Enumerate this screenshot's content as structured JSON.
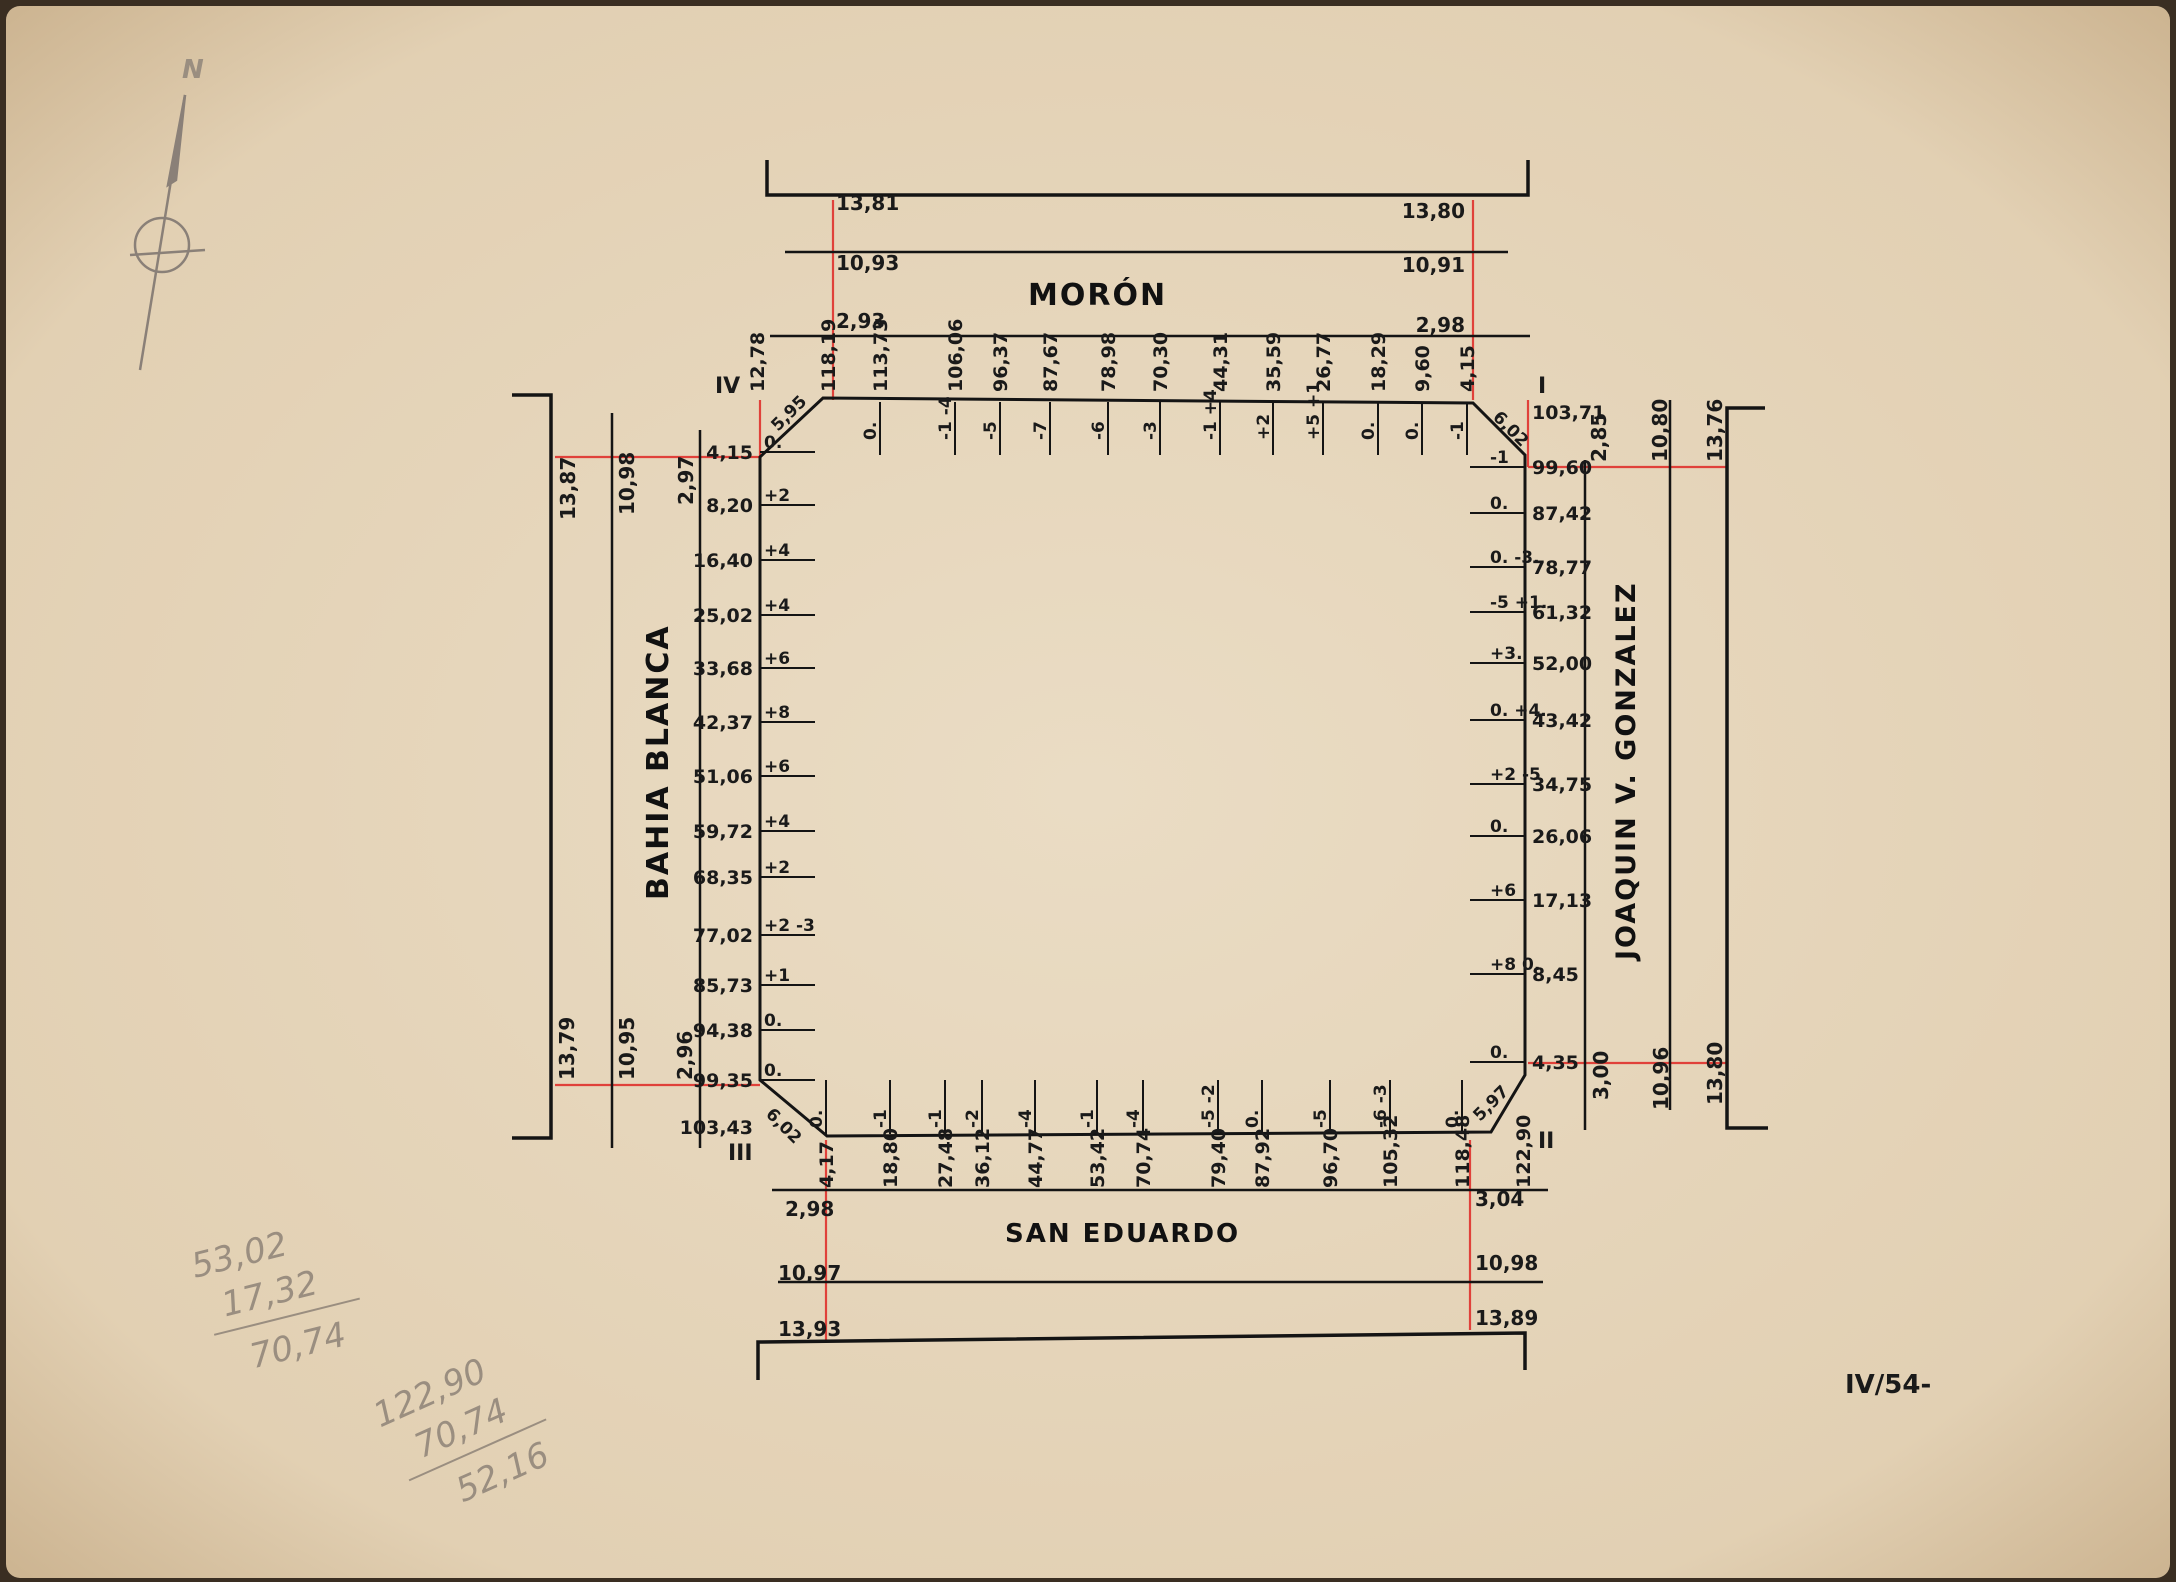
{
  "compass": {
    "north_label": "N"
  },
  "streets": {
    "top": "MORÓN",
    "bottom": "SAN EDUARDO",
    "left": "BAHIA BLANCA",
    "right": "JOAQUIN V. GONZALEZ"
  },
  "corners": {
    "ne": "I",
    "se": "II",
    "sw": "III",
    "nw": "IV"
  },
  "widths": {
    "top_left": [
      "13,81",
      "10,93",
      "2,93"
    ],
    "top_right": [
      "13,80",
      "10,91",
      "2,98"
    ],
    "bottom_left": [
      "2,98",
      "10,97",
      "13,93"
    ],
    "bottom_right": [
      "3,04",
      "10,98",
      "13,89"
    ],
    "left_top": [
      "13,87",
      "10,98",
      "2,97"
    ],
    "left_bottom": [
      "13,79",
      "10,95",
      "2,96"
    ],
    "right_top": [
      "2,85",
      "10,80",
      "13,76"
    ],
    "right_bottom": [
      "3,00",
      "10,96",
      "13,80"
    ]
  },
  "top_side": [
    {
      "dist": "12,78",
      "level": ""
    },
    {
      "dist": "118,19",
      "level": ""
    },
    {
      "dist": "113,73",
      "level": "0."
    },
    {
      "dist": "106,06",
      "level": "-1 -4"
    },
    {
      "dist": "96,37",
      "level": "-5"
    },
    {
      "dist": "87,67",
      "level": "-7"
    },
    {
      "dist": "78,98",
      "level": "-6"
    },
    {
      "dist": "70,30",
      "level": "-3"
    },
    {
      "dist": "44,31",
      "level": "-1 +4"
    },
    {
      "dist": "35,59",
      "level": "+2"
    },
    {
      "dist": "26,77",
      "level": "+5 +1"
    },
    {
      "dist": "18,29",
      "level": "0."
    },
    {
      "dist": "9,60",
      "level": "0."
    },
    {
      "dist": "4,15",
      "level": "-1"
    }
  ],
  "left_side": [
    {
      "dist": "4,15",
      "level": "0."
    },
    {
      "dist": "8,20",
      "level": "+2"
    },
    {
      "dist": "16,40",
      "level": "+4"
    },
    {
      "dist": "25,02",
      "level": "+4"
    },
    {
      "dist": "33,68",
      "level": "+6"
    },
    {
      "dist": "42,37",
      "level": "+8"
    },
    {
      "dist": "51,06",
      "level": "+6"
    },
    {
      "dist": "59,72",
      "level": "+4"
    },
    {
      "dist": "68,35",
      "level": "+2"
    },
    {
      "dist": "77,02",
      "level": "+2 -3"
    },
    {
      "dist": "85,73",
      "level": "+1"
    },
    {
      "dist": "94,38",
      "level": "0."
    },
    {
      "dist": "99,35",
      "level": "0."
    },
    {
      "dist": "103,43",
      "level": ""
    }
  ],
  "right_side": [
    {
      "dist": "103,71",
      "level": ""
    },
    {
      "dist": "99,60",
      "level": "-1"
    },
    {
      "dist": "87,42",
      "level": "0."
    },
    {
      "dist": "78,77",
      "level": "0. -3."
    },
    {
      "dist": "61,32",
      "level": "-5 +1."
    },
    {
      "dist": "52,00",
      "level": "+3."
    },
    {
      "dist": "43,42",
      "level": "0. +4."
    },
    {
      "dist": "34,75",
      "level": "+2 -5"
    },
    {
      "dist": "26,06",
      "level": "0."
    },
    {
      "dist": "17,13",
      "level": "+6"
    },
    {
      "dist": "8,45",
      "level": "+8 0."
    },
    {
      "dist": "4,35",
      "level": "0."
    }
  ],
  "bottom_side": [
    {
      "dist": "4,17",
      "level": "0."
    },
    {
      "dist": "18,80",
      "level": "-1"
    },
    {
      "dist": "27,48",
      "level": "-1"
    },
    {
      "dist": "36,12",
      "level": "-2"
    },
    {
      "dist": "44,77",
      "level": "-4"
    },
    {
      "dist": "53,42",
      "level": "-1"
    },
    {
      "dist": "70,74",
      "level": "-4"
    },
    {
      "dist": "79,40",
      "level": "-5 -2"
    },
    {
      "dist": "87,92",
      "level": "0."
    },
    {
      "dist": "96,70",
      "level": "-5"
    },
    {
      "dist": "105,32",
      "level": "-6 -3"
    },
    {
      "dist": "118,48",
      "level": "0."
    },
    {
      "dist": "122,90",
      "level": ""
    }
  ],
  "chamfers": {
    "nw": "5,95",
    "ne": "6,02",
    "sw": "6,02",
    "se": "5,97"
  },
  "pencil_notes": {
    "calc1": [
      "53,02",
      "17,32",
      "70,74"
    ],
    "calc2": [
      "122,90",
      "70,74",
      "52,16"
    ]
  },
  "plan_code": "IV/54-",
  "colors": {
    "paper": "#e6d7be",
    "ink": "#141414",
    "red": "#e0413a",
    "pencil": "#9a8e80"
  }
}
